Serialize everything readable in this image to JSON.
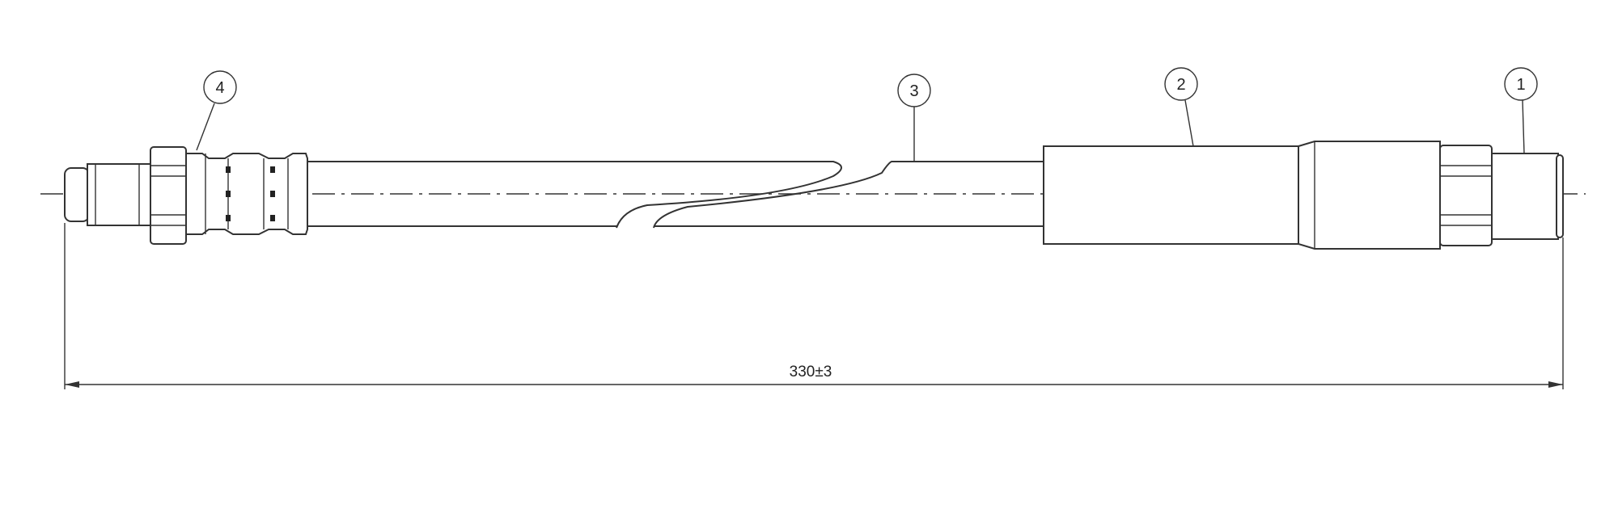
{
  "callouts": [
    {
      "id": "callout-1",
      "label": "1"
    },
    {
      "id": "callout-2",
      "label": "2"
    },
    {
      "id": "callout-3",
      "label": "3"
    },
    {
      "id": "callout-4",
      "label": "4"
    }
  ],
  "dimension": {
    "text": "330±3"
  },
  "colors": {
    "line": "#333333",
    "background": "#ffffff"
  }
}
